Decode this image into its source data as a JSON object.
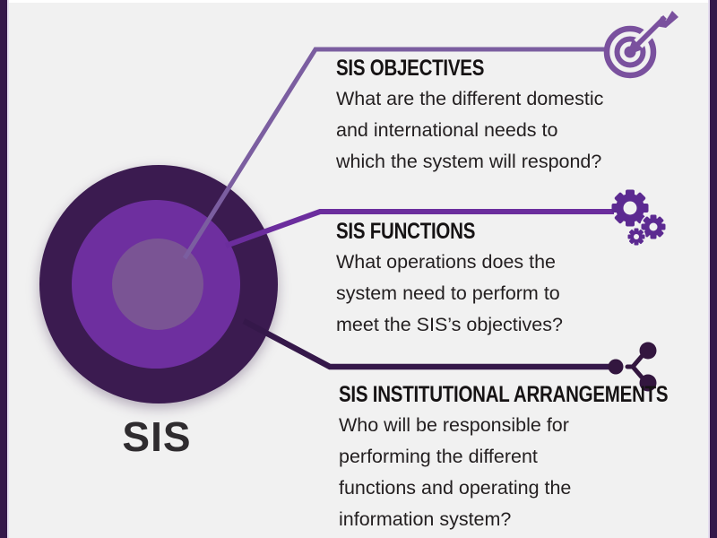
{
  "diagram": {
    "center_label": "SIS",
    "colors": {
      "background": "#f1f1f1",
      "edge_bar": "#35184a",
      "edge_bar_accent": "#e6def0",
      "outer_circle": "#3b1b50",
      "middle_circle": "#6e2f9f",
      "inner_circle": "#7a5494",
      "line_objectives": "#7b5ea0",
      "line_functions": "#6b2d9d",
      "line_institutional": "#35184a",
      "icon_target": "#7a519e",
      "icon_gears": "#5c2a91",
      "icon_share": "#33163f",
      "text": "#231f20"
    },
    "callouts": [
      {
        "id": "objectives",
        "icon": "target-icon",
        "title": "SIS OBJECTIVES",
        "body": "What are the different domestic\nand international needs to\nwhich the system will respond?"
      },
      {
        "id": "functions",
        "icon": "gears-icon",
        "title": "SIS FUNCTIONS",
        "body": "What operations does the\nsystem need to perform to\nmeet the SIS’s objectives?"
      },
      {
        "id": "institutional",
        "icon": "share-network-icon",
        "title": "SIS INSTITUTIONAL ARRANGEMENTS",
        "body": "Who will be responsible for\nperforming the different\nfunctions and operating the\ninformation system?"
      }
    ]
  }
}
